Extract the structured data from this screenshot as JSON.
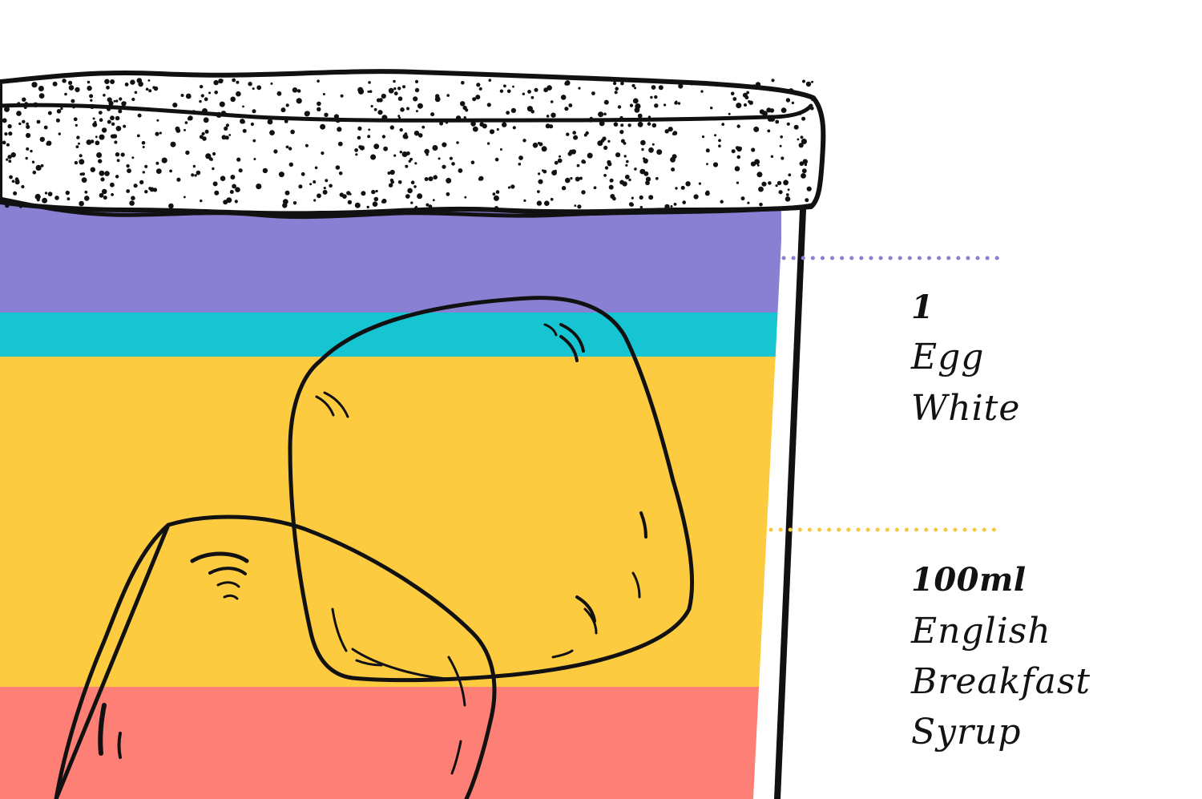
{
  "layers": [
    {
      "id": "egg-white-foam",
      "color": "#8A80D3"
    },
    {
      "id": "cyan-band",
      "color": "#17C4D1"
    },
    {
      "id": "syrup-layer",
      "color": "#FDCB40"
    },
    {
      "id": "bottom-layer",
      "color": "#FD7F75"
    }
  ],
  "ingredients": [
    {
      "quantity": "1",
      "name_lines": [
        "Egg",
        "White"
      ],
      "leader_color": "#8A80D3"
    },
    {
      "quantity": "100ml",
      "name_lines": [
        "English",
        "Breakfast",
        "Syrup"
      ],
      "leader_color": "#F6C83E"
    }
  ],
  "outline_color": "#111111",
  "icons": [
    "sugar-rim",
    "ice-cube",
    "ice-cube"
  ]
}
